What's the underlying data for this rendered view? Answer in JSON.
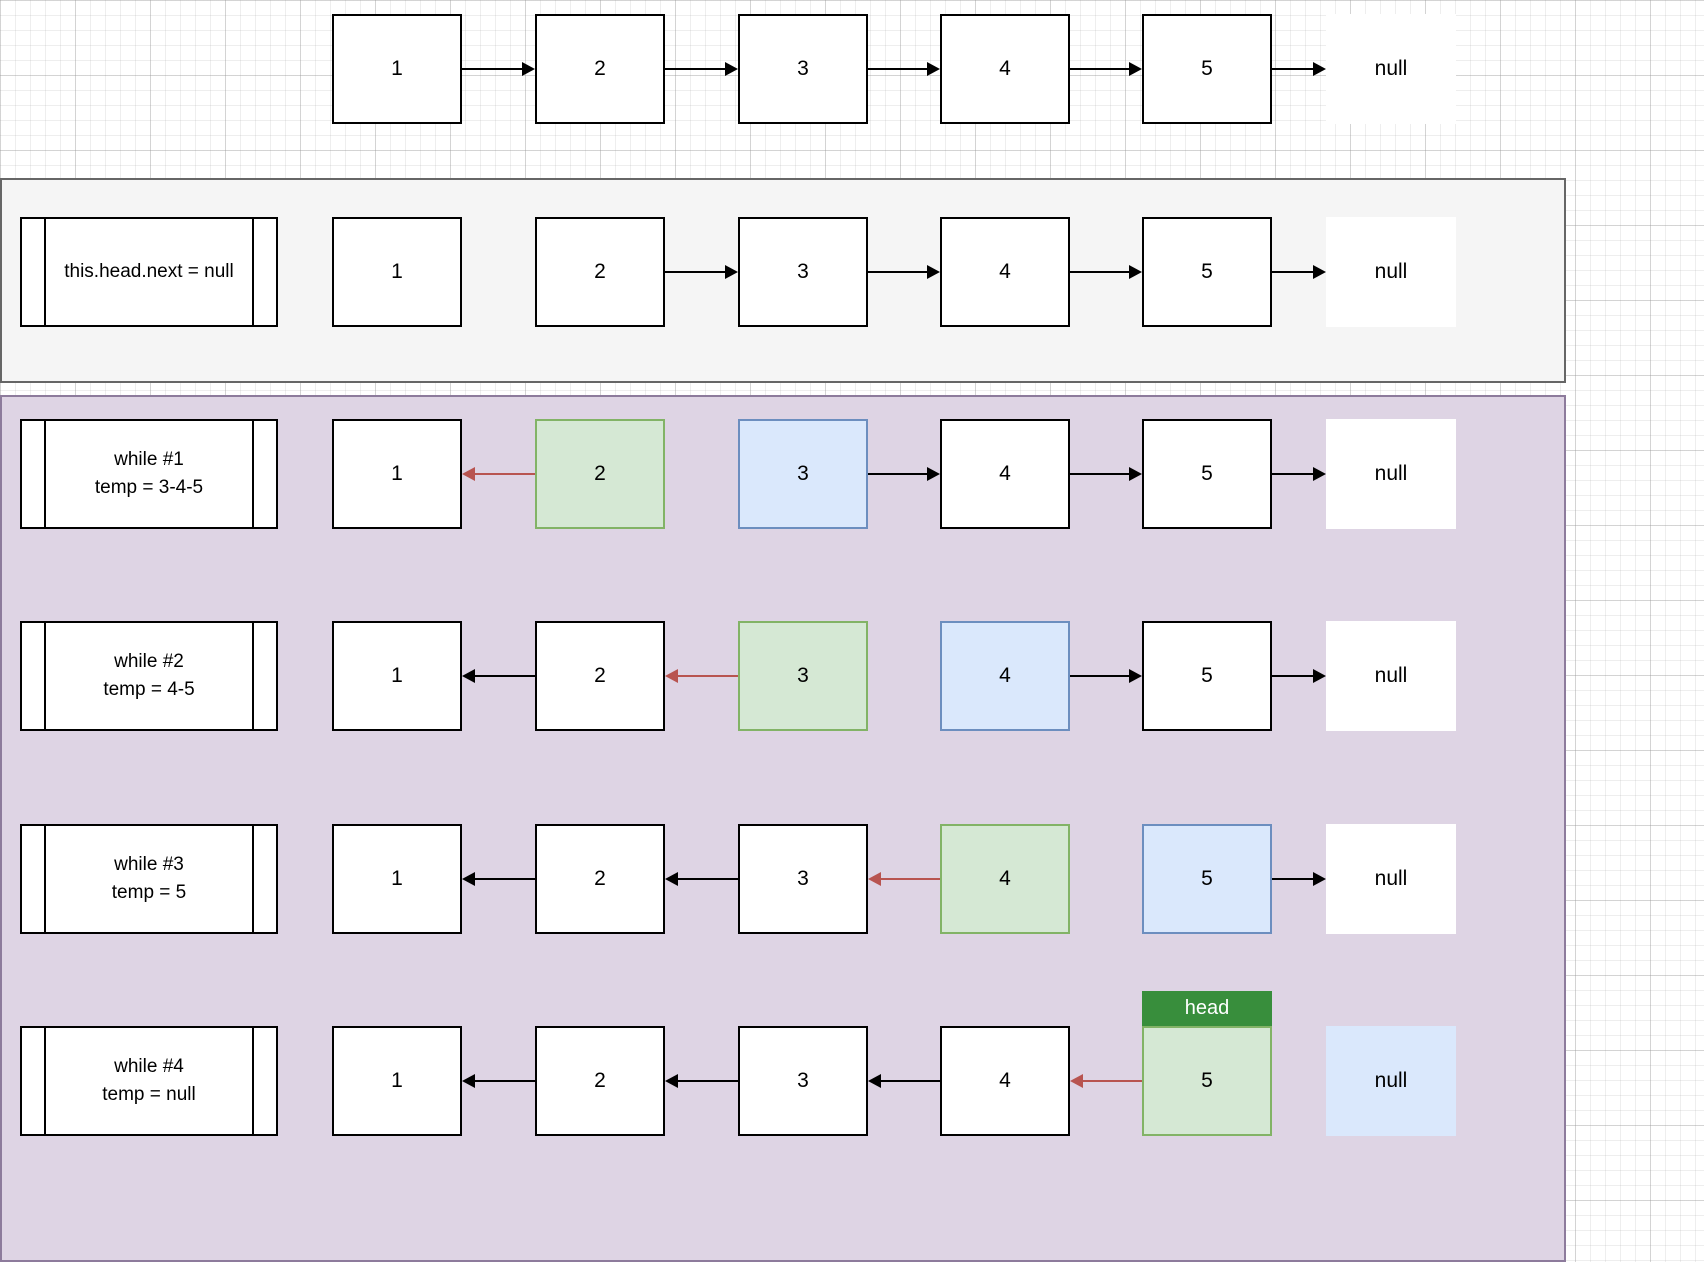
{
  "colors": {
    "green_fill": "#d5e8d4",
    "green_border": "#82b366",
    "blue_fill": "#dae8fc",
    "blue_border": "#6c8ebf",
    "red_arrow": "#b85450",
    "purple_bg": "#ded4e4",
    "purple_border": "#8d7b9c",
    "gray_bg": "#f5f5f5",
    "gray_border": "#666666",
    "head_bg": "#388e3c",
    "head_text": "#ffffff"
  },
  "rows": [
    {
      "nodes": [
        {
          "value": "1",
          "style": "plain"
        },
        {
          "value": "2",
          "style": "plain"
        },
        {
          "value": "3",
          "style": "plain"
        },
        {
          "value": "4",
          "style": "plain"
        },
        {
          "value": "5",
          "style": "plain"
        },
        {
          "value": "null",
          "style": "ghost"
        }
      ],
      "gaps": [
        {
          "dir": "right",
          "color": "black"
        },
        {
          "dir": "right",
          "color": "black"
        },
        {
          "dir": "right",
          "color": "black"
        },
        {
          "dir": "right",
          "color": "black"
        },
        {
          "dir": "right",
          "color": "black"
        }
      ]
    },
    {
      "label": [
        "this.head.next = null"
      ],
      "nodes": [
        {
          "value": "1",
          "style": "plain"
        },
        {
          "value": "2",
          "style": "plain"
        },
        {
          "value": "3",
          "style": "plain"
        },
        {
          "value": "4",
          "style": "plain"
        },
        {
          "value": "5",
          "style": "plain"
        },
        {
          "value": "null",
          "style": "ghost"
        }
      ],
      "gaps": [
        null,
        {
          "dir": "right",
          "color": "black"
        },
        {
          "dir": "right",
          "color": "black"
        },
        {
          "dir": "right",
          "color": "black"
        },
        {
          "dir": "right",
          "color": "black"
        }
      ]
    },
    {
      "label": [
        "while #1",
        "temp = 3-4-5"
      ],
      "nodes": [
        {
          "value": "1",
          "style": "plain"
        },
        {
          "value": "2",
          "style": "green"
        },
        {
          "value": "3",
          "style": "blue"
        },
        {
          "value": "4",
          "style": "plain"
        },
        {
          "value": "5",
          "style": "plain"
        },
        {
          "value": "null",
          "style": "ghost"
        }
      ],
      "gaps": [
        {
          "dir": "left",
          "color": "red"
        },
        null,
        {
          "dir": "right",
          "color": "black"
        },
        {
          "dir": "right",
          "color": "black"
        },
        {
          "dir": "right",
          "color": "black"
        }
      ]
    },
    {
      "label": [
        "while #2",
        "temp = 4-5"
      ],
      "nodes": [
        {
          "value": "1",
          "style": "plain"
        },
        {
          "value": "2",
          "style": "plain"
        },
        {
          "value": "3",
          "style": "green"
        },
        {
          "value": "4",
          "style": "blue"
        },
        {
          "value": "5",
          "style": "plain"
        },
        {
          "value": "null",
          "style": "ghost"
        }
      ],
      "gaps": [
        {
          "dir": "left",
          "color": "black"
        },
        {
          "dir": "left",
          "color": "red"
        },
        null,
        {
          "dir": "right",
          "color": "black"
        },
        {
          "dir": "right",
          "color": "black"
        }
      ]
    },
    {
      "label": [
        "while #3",
        "temp = 5"
      ],
      "nodes": [
        {
          "value": "1",
          "style": "plain"
        },
        {
          "value": "2",
          "style": "plain"
        },
        {
          "value": "3",
          "style": "plain"
        },
        {
          "value": "4",
          "style": "green"
        },
        {
          "value": "5",
          "style": "blue"
        },
        {
          "value": "null",
          "style": "ghost"
        }
      ],
      "gaps": [
        {
          "dir": "left",
          "color": "black"
        },
        {
          "dir": "left",
          "color": "black"
        },
        {
          "dir": "left",
          "color": "red"
        },
        null,
        {
          "dir": "right",
          "color": "black"
        }
      ]
    },
    {
      "label": [
        "while #4",
        "temp = null"
      ],
      "nodes": [
        {
          "value": "1",
          "style": "plain"
        },
        {
          "value": "2",
          "style": "plain"
        },
        {
          "value": "3",
          "style": "plain"
        },
        {
          "value": "4",
          "style": "plain"
        },
        {
          "value": "5",
          "style": "green",
          "head_tag": "head"
        },
        {
          "value": "null",
          "style": "ghost-blue"
        }
      ],
      "gaps": [
        {
          "dir": "left",
          "color": "black"
        },
        {
          "dir": "left",
          "color": "black"
        },
        {
          "dir": "left",
          "color": "black"
        },
        {
          "dir": "left",
          "color": "red"
        },
        null
      ]
    }
  ]
}
